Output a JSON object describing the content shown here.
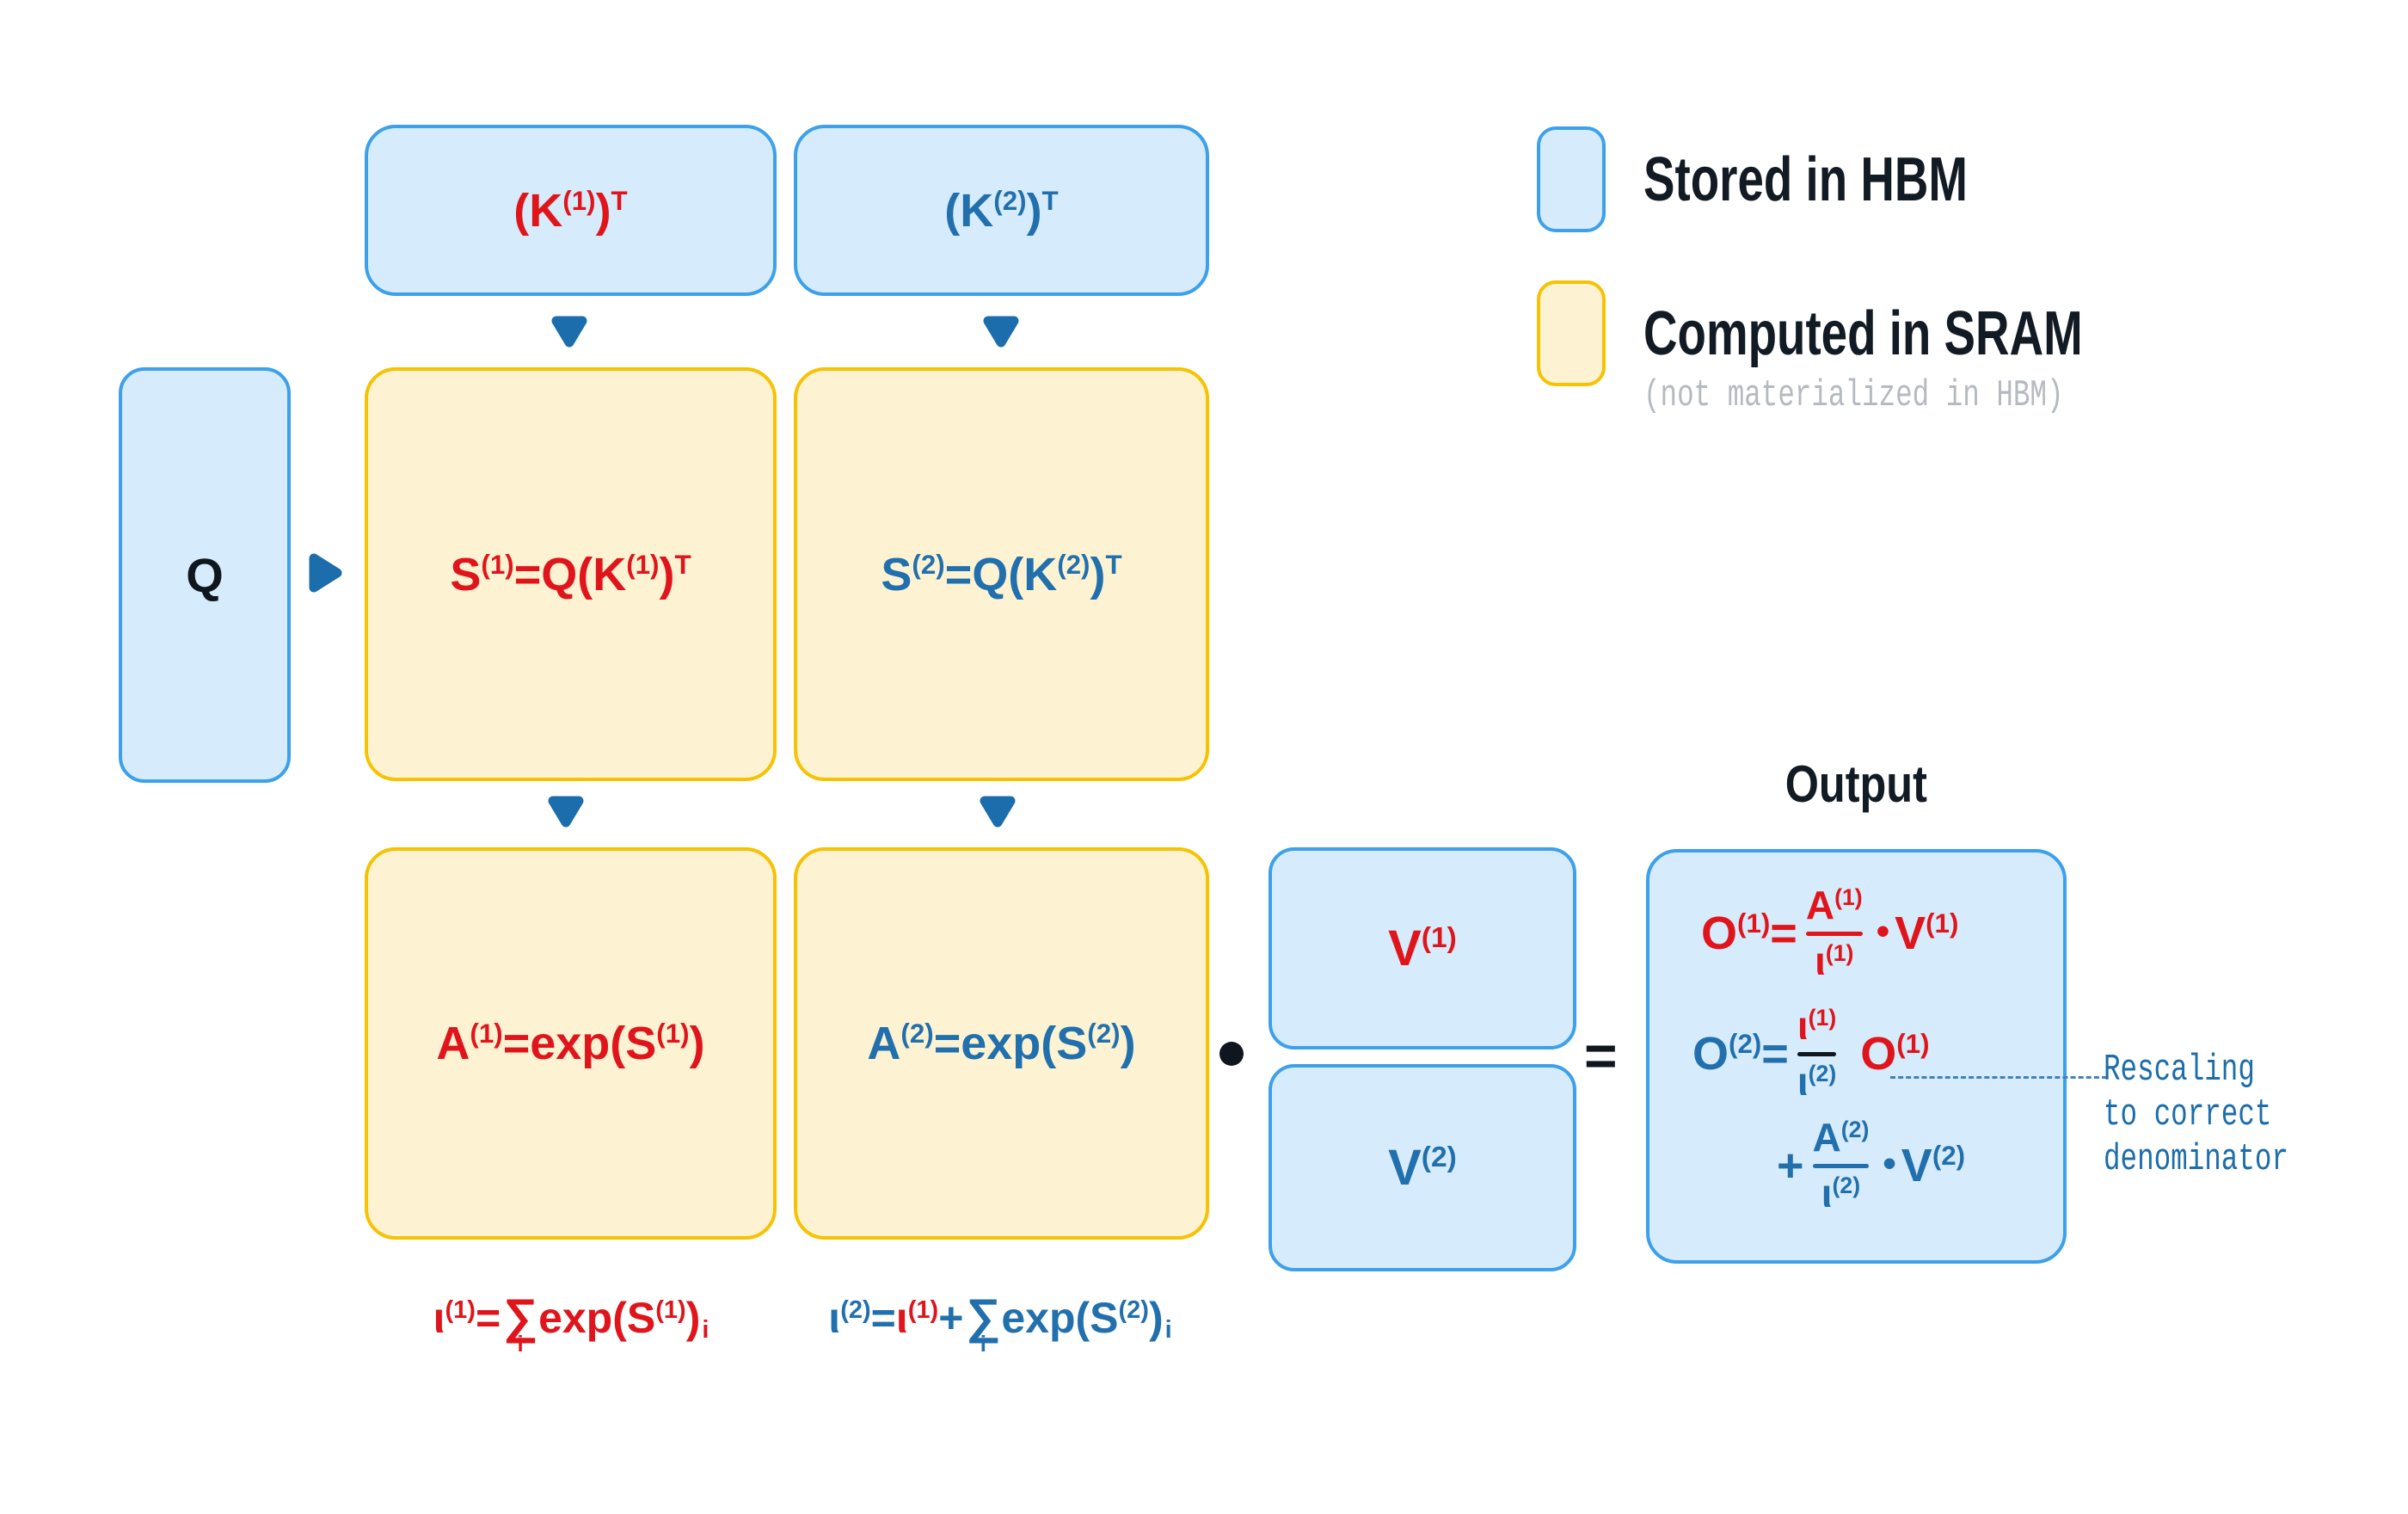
{
  "colors": {
    "red_text": "#E0151C",
    "blue_text": "#2170AD",
    "dark_text": "#10161D",
    "hbm_fill": "#D6EBFB",
    "hbm_border": "#3DA0EA",
    "sram_fill": "#FDF3D2",
    "sram_border": "#F6C202",
    "note_gray": "#B5BAC1",
    "annotation_blue": "#1C6DAB"
  },
  "legend": {
    "hbm_label": "Stored in HBM",
    "sram_label": "Computed in SRAM",
    "sram_note": "(not materialized in HBM)"
  },
  "diagram": {
    "q_label": "Q",
    "k1": {
      "open": "(K",
      "sup": "(1)",
      "close": ")",
      "t": "T"
    },
    "k2": {
      "open": "(K",
      "sup": "(2)",
      "close": ")",
      "t": "T"
    },
    "s1": {
      "lhs": "S",
      "sup1": "(1)",
      "mid": "=Q(K",
      "sup2": "(1)",
      "close": ")",
      "t": "T"
    },
    "s2": {
      "lhs": "S",
      "sup1": "(2)",
      "mid": "=Q(K",
      "sup2": "(2)",
      "close": ")",
      "t": "T"
    },
    "a1": {
      "lhs": "A",
      "sup1": "(1)",
      "mid": "=exp(S",
      "sup2": "(1)",
      "close": ")"
    },
    "a2": {
      "lhs": "A",
      "sup1": "(2)",
      "mid": "=exp(S",
      "sup2": "(2)",
      "close": ")"
    },
    "l1": {
      "lhs": "ι",
      "sup1": "(1)",
      "eq": "=",
      "sum": "∑",
      "sum_index": "i",
      "mid": "exp(S",
      "sup2": "(1)",
      "close": ")",
      "sub": "i"
    },
    "l2": {
      "lhs": "ι",
      "sup1": "(2)",
      "eq": "=",
      "prev": "ι",
      "prev_sup": "(1)",
      "plus": "+",
      "sum": "∑",
      "sum_index": "i",
      "mid": "exp(S",
      "sup2": "(2)",
      "close": ")",
      "sub": "i"
    },
    "v1": {
      "lhs": "V",
      "sup": "(1)"
    },
    "v2": {
      "lhs": "V",
      "sup": "(2)"
    },
    "operators": {
      "matmul_dot": "•",
      "equals": "="
    }
  },
  "output": {
    "title": "Output",
    "line1": {
      "lhs": "O",
      "lhs_sup": "(1)",
      "eq": "=",
      "num": "A",
      "num_sup": "(1)",
      "den": "ι",
      "den_sup": "(1)",
      "dot": "•",
      "rhs": "V",
      "rhs_sup": "(1)"
    },
    "line2": {
      "lhs": "O",
      "lhs_sup": "(2)",
      "eq": "=",
      "num": "ι",
      "num_sup": "(1)",
      "den": "ι",
      "den_sup": "(2)",
      "rhs": "O",
      "rhs_sup": "(1)"
    },
    "line3": {
      "plus": "+",
      "num": "A",
      "num_sup": "(2)",
      "den": "ι",
      "den_sup": "(2)",
      "dot": "•",
      "rhs": "V",
      "rhs_sup": "(2)"
    }
  },
  "annotation": {
    "line1": "Rescaling",
    "line2": "to correct",
    "line3": "denominator"
  }
}
